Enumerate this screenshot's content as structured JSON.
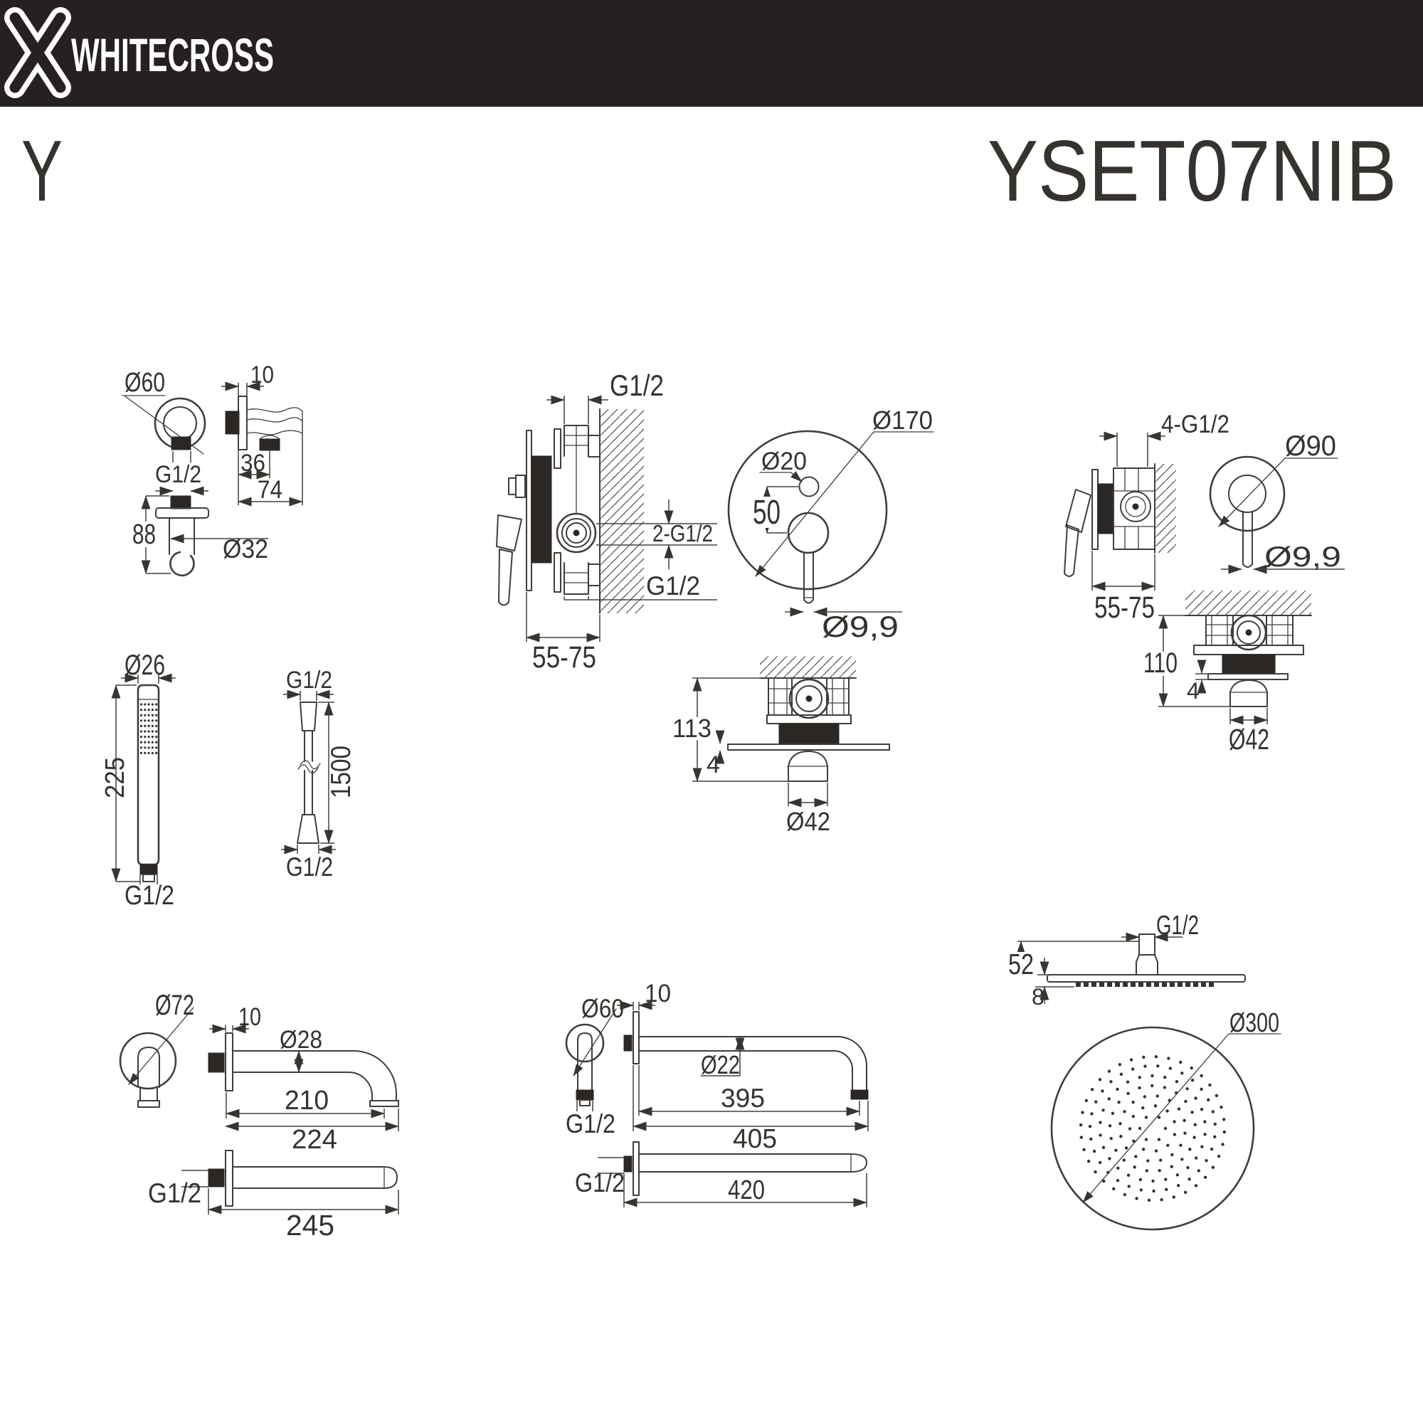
{
  "header": {
    "brand": "WHITECROSS"
  },
  "title": {
    "series": "Y",
    "model": "YSET07NIB"
  },
  "colors": {
    "header_bg": "#262120",
    "ink": "#36322e",
    "line": "#413d3a",
    "thread_fill": "#2b2724",
    "paper": "#ffffff"
  },
  "components": {
    "wall_elbow": {
      "dims": {
        "d60": "Ø60",
        "t10": "10",
        "g12": "G1/2",
        "w36": "36",
        "w74": "74",
        "h88": "88",
        "d32": "Ø32"
      }
    },
    "hand_shower": {
      "dims": {
        "d26": "Ø26",
        "h225": "225",
        "g12": "G1/2"
      }
    },
    "hose": {
      "dims": {
        "g12_top": "G1/2",
        "l1500": "1500",
        "g12_bot": "G1/2"
      }
    },
    "mixer_diverter_side": {
      "dims": {
        "g12_top": "G1/2",
        "g12_pair": "2-G1/2",
        "g12_bot": "G1/2",
        "depth": "55-75"
      }
    },
    "mixer_diverter_front": {
      "dims": {
        "d170": "Ø170",
        "d20": "Ø20",
        "s50": "50",
        "d99": "Ø9,9"
      }
    },
    "mixer_shower_side": {
      "dims": {
        "g12_four": "4-G1/2",
        "depth": "55-75"
      }
    },
    "mixer_shower_front": {
      "dims": {
        "d90": "Ø90",
        "d99": "Ø9,9"
      }
    },
    "valve_ceiling": {
      "dims": {
        "h110": "110",
        "t4": "4",
        "d42": "Ø42"
      }
    },
    "valve_wall": {
      "dims": {
        "h113": "113",
        "t4": "4",
        "d42": "Ø42"
      }
    },
    "spout": {
      "dims": {
        "d72": "Ø72",
        "t10": "10",
        "d28": "Ø28",
        "l210": "210",
        "l224": "224",
        "g12": "G1/2",
        "l245": "245"
      }
    },
    "arm": {
      "dims": {
        "d60": "Ø60",
        "t10": "10",
        "d22": "Ø22",
        "l395": "395",
        "l405": "405",
        "g12_front": "G1/2",
        "g12_top": "G1/2",
        "l420": "420"
      }
    },
    "head": {
      "dims": {
        "g12": "G1/2",
        "h52": "52",
        "t8": "8",
        "d300": "Ø300"
      }
    }
  }
}
